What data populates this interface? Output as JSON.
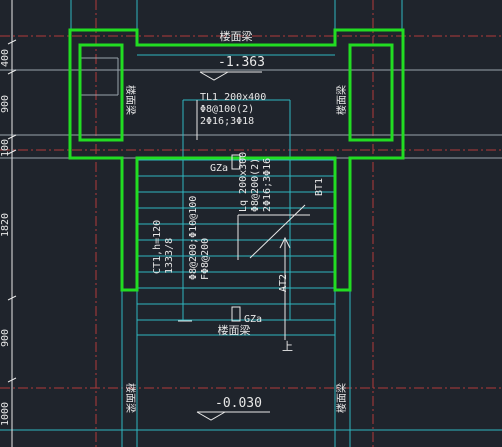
{
  "drawing": {
    "beam_label": "楼面梁",
    "elevation_upper": "-1.363",
    "elevation_lower": "-0.030",
    "tl_beam": {
      "line1": "TL1 200x400",
      "line2": "Φ8@100(2)",
      "line3": "2Φ16;3Φ18"
    },
    "gz_column": "GZa",
    "ct_note": {
      "line1": "CT1,h=120",
      "line2": "1333/8"
    },
    "ct_rebar": {
      "line1": "Φ8@200;Φ10@100",
      "line2": "FΦ8@200"
    },
    "lq_beam": {
      "line1": "Lq 200x300",
      "line2": "Φ8@200(2)",
      "line3": "2Φ16;3Φ16"
    },
    "stair_bt": "BT1",
    "stair_at": "AT2",
    "up_mark": "上",
    "dims_left": [
      "400",
      "900",
      "100",
      "1820",
      "900",
      "1000"
    ]
  },
  "colors": {
    "background": "#1f242c",
    "wall_green": "#22dd22",
    "grid_red": "#b03a3a",
    "dim_cyan": "#2fb6c0",
    "text": "#e8e8e8"
  }
}
